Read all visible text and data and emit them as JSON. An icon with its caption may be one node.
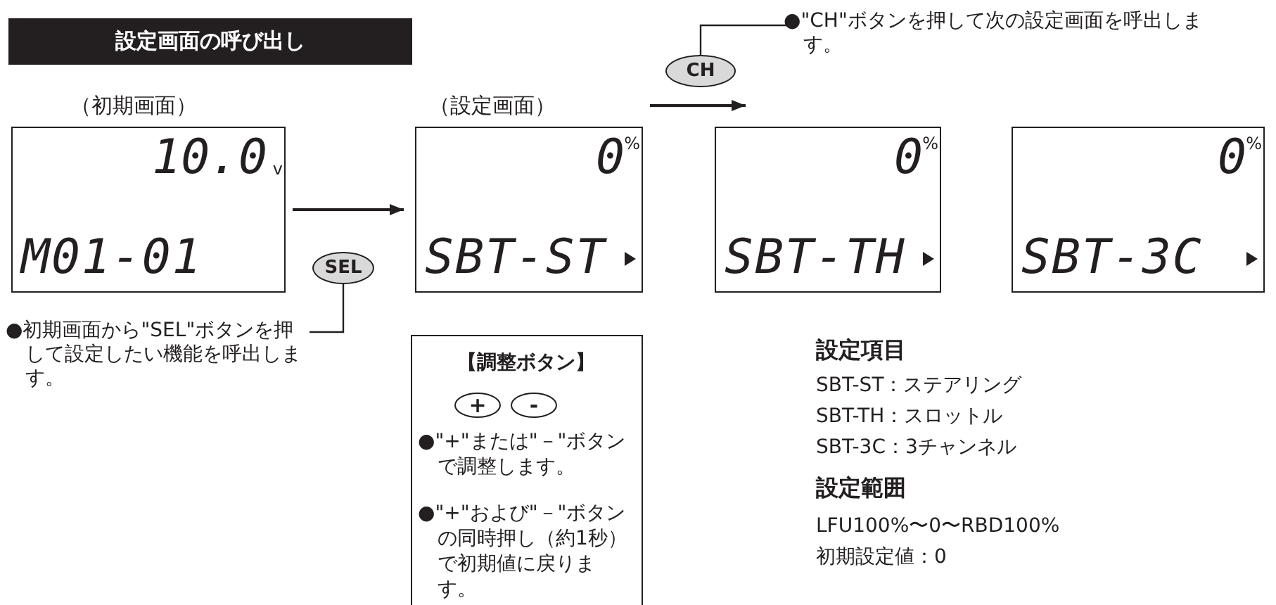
{
  "diagram": {
    "title": "設定画面の呼び出し",
    "nodes": [
      {
        "text": [
          "10.0",
          "v",
          "M01-01"
        ],
        "beside": [
          "（初期画面）"
        ]
      },
      {
        "text": [
          "0",
          "%",
          "SBT-ST"
        ],
        "beside": [
          "（設定画面）"
        ]
      },
      {
        "text": [
          "0",
          "%",
          "SBT-TH"
        ]
      },
      {
        "text": [
          "0",
          "%",
          "SBT-3C"
        ]
      },
      {
        "text": [
          "SEL"
        ]
      },
      {
        "text": [
          "CH"
        ]
      },
      {
        "text": [
          "●初期画面から\"SEL\"ボタンを押して設定したい機能を呼出します。"
        ]
      },
      {
        "text": [
          "●\"CH\"ボタンを押して次の設定画面を呼出します。"
        ]
      },
      {
        "text": [
          "【調整ボタン】",
          "●\"+\"または\"－\"ボタンで調整します。",
          "●\"+\"および\"－\"ボタンの同時押し（約1秒）で初期値に戻ります。"
        ]
      },
      {
        "text": [
          "+"
        ],
        "in": 8
      },
      {
        "text": [
          "-"
        ],
        "in": 8
      }
    ],
    "edges": [
      {
        "from": 0,
        "to": 1,
        "arrow": "to"
      },
      {
        "from": 6,
        "to": 4,
        "arrow": "none"
      },
      {
        "from": 7,
        "to": 5,
        "arrow": "none"
      }
    ],
    "labels": [
      "設定項目",
      "SBT-ST：ステアリング",
      "SBT-TH：スロットル",
      "SBT-3C：3チャンネル",
      "設定範囲",
      "LFU100%〜0〜RBD100%",
      "初期設定値：0"
    ]
  }
}
